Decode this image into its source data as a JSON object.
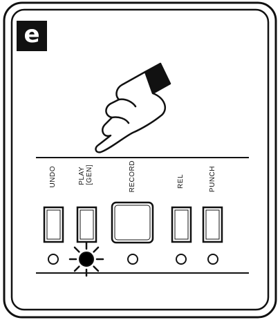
{
  "step_badge": {
    "letter": "e",
    "bg_color": "#111111",
    "fg_color": "#ffffff"
  },
  "buttons": [
    {
      "label": "UNDO"
    },
    {
      "label": "PLAY\n[GEN]"
    },
    {
      "label": "RECORD"
    },
    {
      "label": "REL"
    },
    {
      "label": "PUNCH"
    }
  ],
  "indicators": {
    "lit_index": 1,
    "lit_color": "#000000",
    "off_color": "#ffffff"
  },
  "icons": {
    "pointer": "pointing-hand-icon",
    "led": "led-indicator-icon"
  }
}
